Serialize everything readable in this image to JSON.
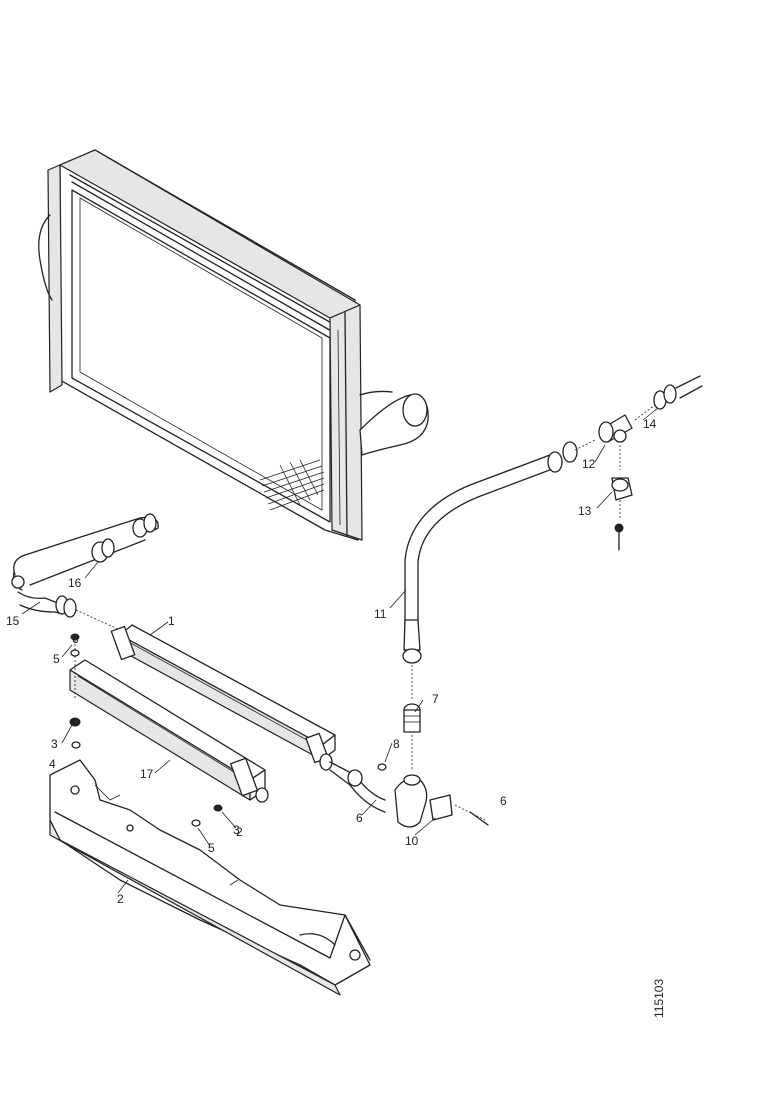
{
  "diagram": {
    "reference_number": "115103",
    "callouts": [
      {
        "id": "c1",
        "label": "1"
      },
      {
        "id": "c2a",
        "label": "2"
      },
      {
        "id": "c2b",
        "label": "2"
      },
      {
        "id": "c3a",
        "label": "3"
      },
      {
        "id": "c3b",
        "label": "3"
      },
      {
        "id": "c4",
        "label": "4"
      },
      {
        "id": "c5a",
        "label": "5"
      },
      {
        "id": "c5b",
        "label": "5"
      },
      {
        "id": "c6a",
        "label": "6"
      },
      {
        "id": "c6b",
        "label": "6"
      },
      {
        "id": "c6c",
        "label": "6"
      },
      {
        "id": "c7",
        "label": "7"
      },
      {
        "id": "c8",
        "label": "8"
      },
      {
        "id": "c10",
        "label": "10"
      },
      {
        "id": "c11",
        "label": "11"
      },
      {
        "id": "c12",
        "label": "12"
      },
      {
        "id": "c13",
        "label": "13"
      },
      {
        "id": "c14",
        "label": "14"
      },
      {
        "id": "c15",
        "label": "15"
      },
      {
        "id": "c16",
        "label": "16"
      },
      {
        "id": "c17",
        "label": "17"
      }
    ]
  }
}
